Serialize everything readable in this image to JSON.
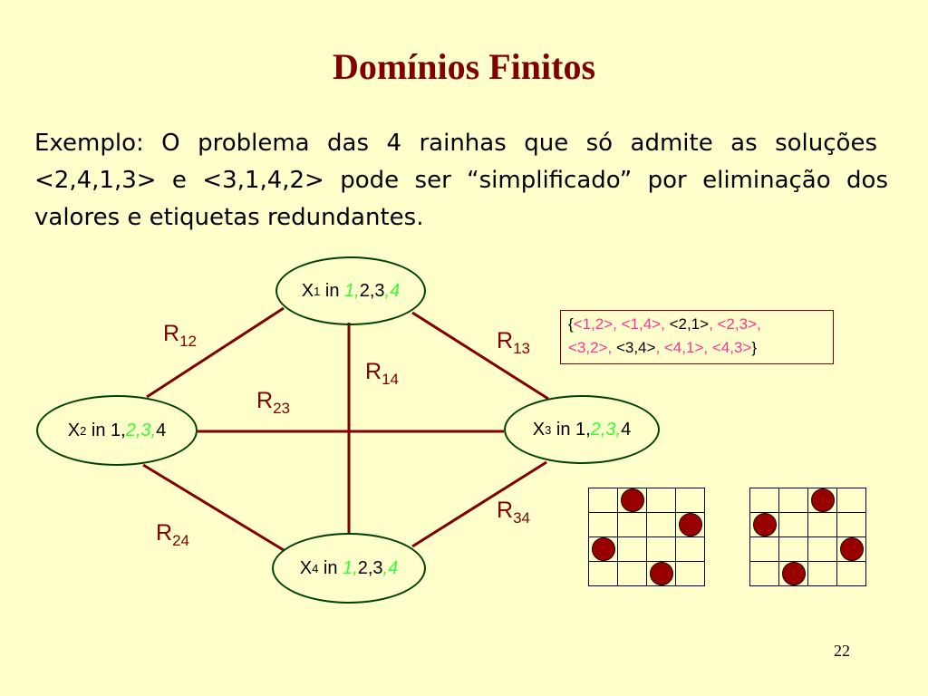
{
  "title": "Domínios Finitos",
  "example": {
    "lead": "Exemplo: O problema das 4 rainhas que só admite as soluções",
    "tail": "<2,4,1,3> e <3,1,4,2> pode ser “simplificado” por eliminação dos valores e etiquetas redundantes."
  },
  "nodes": [
    {
      "id": "x1",
      "var": "X",
      "sub": "1",
      "kw": "in",
      "values": [
        {
          "t": "1,",
          "g": true
        },
        {
          "t": "2,3",
          "g": false
        },
        {
          "t": ",4",
          "g": true
        }
      ]
    },
    {
      "id": "x2",
      "var": "X",
      "sub": "2",
      "kw": "in",
      "values": [
        {
          "t": "1,",
          "g": false
        },
        {
          "t": "2,3,",
          "g": true
        },
        {
          "t": "4",
          "g": false
        }
      ]
    },
    {
      "id": "x3",
      "var": "X",
      "sub": "3",
      "kw": "in",
      "values": [
        {
          "t": "1,",
          "g": false
        },
        {
          "t": "2,3,",
          "g": true
        },
        {
          "t": "4",
          "g": false
        }
      ]
    },
    {
      "id": "x4",
      "var": "X",
      "sub": "4",
      "kw": "in",
      "values": [
        {
          "t": "1,",
          "g": true
        },
        {
          "t": "2,3",
          "g": false
        },
        {
          "t": ",4",
          "g": true
        }
      ]
    }
  ],
  "edges": [
    {
      "id": "r12",
      "label": "R",
      "sub": "12",
      "from": "x1",
      "to": "x2"
    },
    {
      "id": "r13",
      "label": "R",
      "sub": "13",
      "from": "x1",
      "to": "x3"
    },
    {
      "id": "r14",
      "label": "R",
      "sub": "14",
      "from": "x1",
      "to": "x4"
    },
    {
      "id": "r23",
      "label": "R",
      "sub": "23",
      "from": "x2",
      "to": "x3"
    },
    {
      "id": "r24",
      "label": "R",
      "sub": "24",
      "from": "x2",
      "to": "x4"
    },
    {
      "id": "r34",
      "label": "R",
      "sub": "34",
      "from": "x3",
      "to": "x4"
    }
  ],
  "constraint_set": {
    "open": "{",
    "close": "}",
    "line1": [
      {
        "t": "<1,2>, <1,4>, ",
        "pink": true
      },
      {
        "t": "<2,1>",
        "pink": false
      },
      {
        "t": ", <2,3>,",
        "pink": true
      }
    ],
    "line2": [
      {
        "t": "<3,2>, ",
        "pink": true
      },
      {
        "t": "<3,4>",
        "pink": false
      },
      {
        "t": ", <4,1>, <4,3>",
        "pink": true
      }
    ]
  },
  "boards": [
    {
      "name": "board-solution-2413",
      "queens": [
        [
          0,
          1
        ],
        [
          1,
          3
        ],
        [
          2,
          0
        ],
        [
          3,
          2
        ]
      ]
    },
    {
      "name": "board-solution-3142",
      "queens": [
        [
          0,
          2
        ],
        [
          1,
          0
        ],
        [
          2,
          3
        ],
        [
          3,
          1
        ]
      ]
    }
  ],
  "colors": {
    "title": "#800000",
    "edge": "#800000",
    "node_border": "#004000",
    "removed_value": "#33ff33",
    "pink": "#ff3399",
    "queen": "#990000"
  },
  "page_number": "22"
}
